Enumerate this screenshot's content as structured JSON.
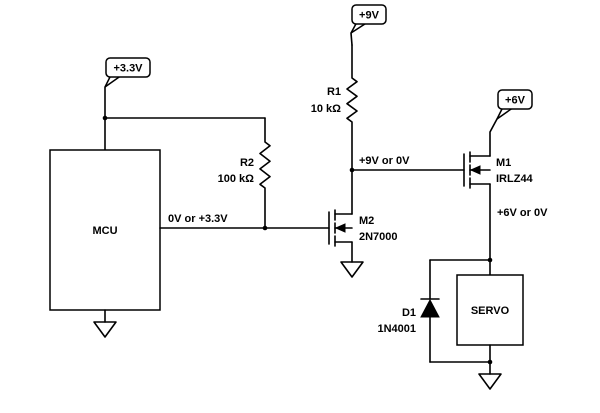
{
  "canvas": {
    "background": "#ffffff",
    "line_color": "#000000"
  },
  "power_flags": {
    "v33": {
      "label": "+3.3V"
    },
    "v9": {
      "label": "+9V"
    },
    "v6": {
      "label": "+6V"
    }
  },
  "blocks": {
    "mcu": {
      "label": "MCU"
    },
    "servo": {
      "label": "SERVO"
    }
  },
  "components": {
    "r1": {
      "ref": "R1",
      "value": "10 kΩ"
    },
    "r2": {
      "ref": "R2",
      "value": "100 kΩ"
    },
    "m1": {
      "ref": "M1",
      "value": "IRLZ44"
    },
    "m2": {
      "ref": "M2",
      "value": "2N7000"
    },
    "d1": {
      "ref": "D1",
      "value": "1N4001"
    }
  },
  "net_labels": {
    "mcu_output": "0V or +3.3V",
    "m2_drain": "+9V or 0V",
    "servo_supply": "+6V or 0V"
  }
}
